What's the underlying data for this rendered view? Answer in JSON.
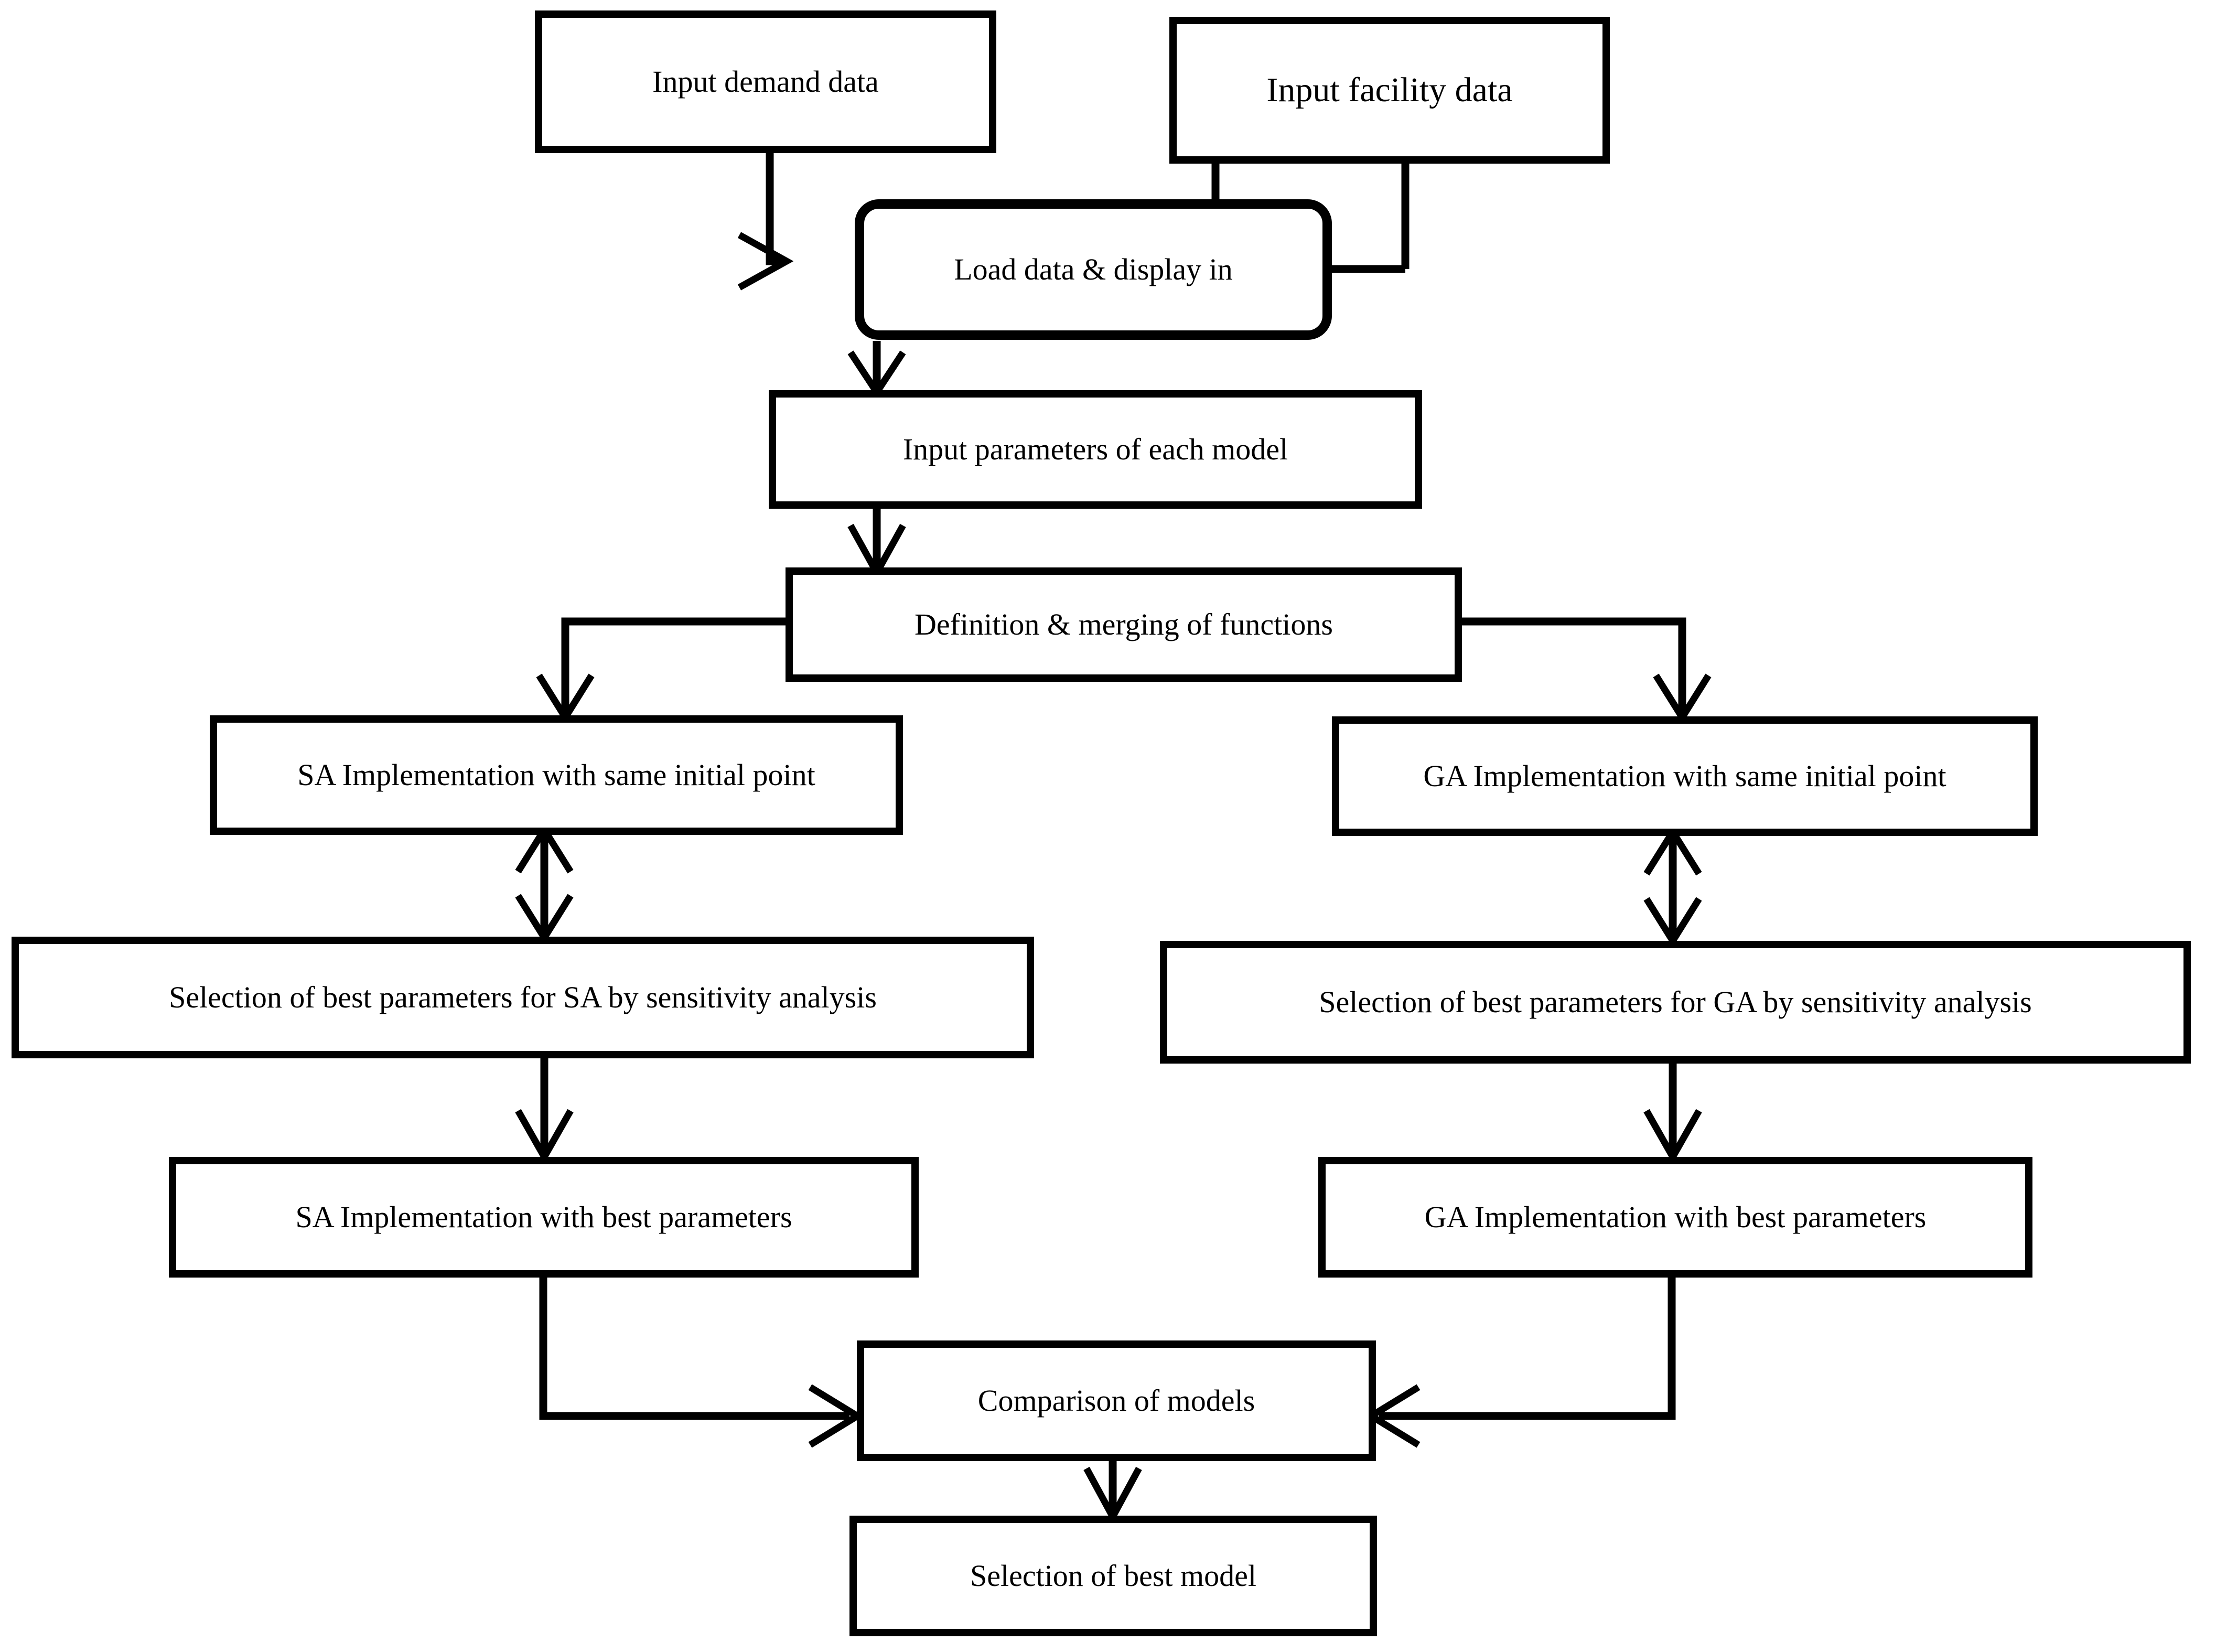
{
  "diagram": {
    "title": "Flowchart of SA and GA model implementation and comparison",
    "background_color": "#ffffff",
    "line_color": "#000000",
    "text_color": "#000000",
    "nodes": [
      {
        "id": "input-demand-data",
        "label": "Input demand data",
        "shape": "rectangle"
      },
      {
        "id": "input-facility-data",
        "label": "Input facility data",
        "shape": "rectangle"
      },
      {
        "id": "load-data-display",
        "label": "Load data & display in",
        "shape": "rounded-rectangle"
      },
      {
        "id": "input-parameters",
        "label": "Input parameters of each model",
        "shape": "rectangle"
      },
      {
        "id": "definition-merging",
        "label": "Definition & merging of functions",
        "shape": "rectangle"
      },
      {
        "id": "sa-initial-point",
        "label": "SA Implementation with same initial point",
        "shape": "rectangle"
      },
      {
        "id": "ga-initial-point",
        "label": "GA Implementation with same initial point",
        "shape": "rectangle"
      },
      {
        "id": "sa-best-parameters-sel",
        "label": "Selection of best parameters for SA by sensitivity analysis",
        "shape": "rectangle"
      },
      {
        "id": "ga-best-parameters-sel",
        "label": "Selection of best parameters for GA by sensitivity analysis",
        "shape": "rectangle"
      },
      {
        "id": "sa-best-parameters",
        "label": "SA Implementation with best parameters",
        "shape": "rectangle"
      },
      {
        "id": "ga-best-parameters",
        "label": "GA Implementation with best parameters",
        "shape": "rectangle"
      },
      {
        "id": "comparison-of-models",
        "label": "Comparison of models",
        "shape": "rectangle"
      },
      {
        "id": "selection-best-model",
        "label": "Selection of best model",
        "shape": "rectangle"
      }
    ],
    "edges": [
      {
        "from": "input-demand-data",
        "to": "load-data-display",
        "type": "elbow",
        "arrow": "single"
      },
      {
        "from": "input-facility-data",
        "to": "load-data-display",
        "type": "elbow",
        "arrow": "single"
      },
      {
        "from": "load-data-display",
        "to": "input-parameters",
        "type": "straight",
        "arrow": "single"
      },
      {
        "from": "input-parameters",
        "to": "definition-merging",
        "type": "straight",
        "arrow": "single"
      },
      {
        "from": "definition-merging",
        "to": "sa-initial-point",
        "type": "elbow",
        "arrow": "single"
      },
      {
        "from": "definition-merging",
        "to": "ga-initial-point",
        "type": "elbow",
        "arrow": "single"
      },
      {
        "from": "sa-initial-point",
        "to": "sa-best-parameters-sel",
        "type": "straight",
        "arrow": "double"
      },
      {
        "from": "ga-initial-point",
        "to": "ga-best-parameters-sel",
        "type": "straight",
        "arrow": "double"
      },
      {
        "from": "sa-best-parameters-sel",
        "to": "sa-best-parameters",
        "type": "straight",
        "arrow": "single"
      },
      {
        "from": "ga-best-parameters-sel",
        "to": "ga-best-parameters",
        "type": "straight",
        "arrow": "single"
      },
      {
        "from": "sa-best-parameters",
        "to": "comparison-of-models",
        "type": "elbow",
        "arrow": "single"
      },
      {
        "from": "ga-best-parameters",
        "to": "comparison-of-models",
        "type": "elbow",
        "arrow": "single"
      },
      {
        "from": "comparison-of-models",
        "to": "selection-best-model",
        "type": "straight",
        "arrow": "single"
      }
    ]
  }
}
